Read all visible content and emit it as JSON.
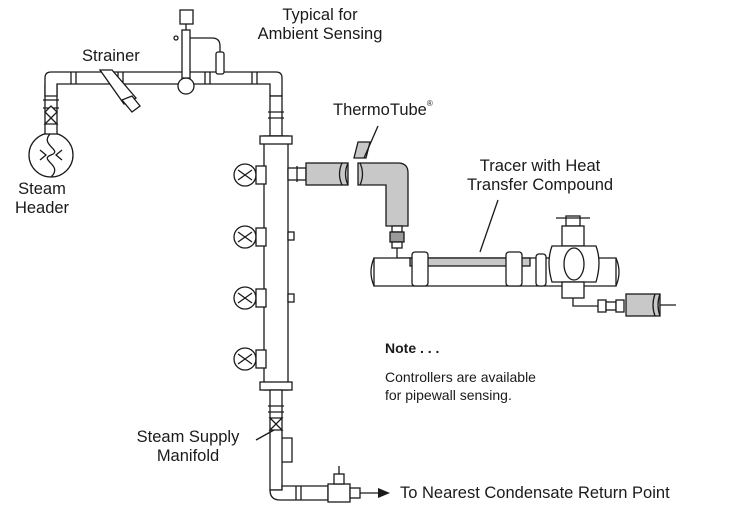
{
  "labels": {
    "ambient_line1": "Typical for",
    "ambient_line2": "Ambient Sensing",
    "strainer": "Strainer",
    "thermotube": "ThermoTube",
    "thermotube_mark": "®",
    "steam_header_line1": "Steam",
    "steam_header_line2": "Header",
    "tracer_line1": "Tracer with Heat",
    "tracer_line2": "Transfer Compound",
    "manifold_line1": "Steam Supply",
    "manifold_line2": "Manifold",
    "condensate": "To Nearest Condensate Return Point"
  },
  "note": {
    "heading": "Note . . .",
    "line1": "Controllers are available",
    "line2": "for pipewall sensing."
  },
  "colors": {
    "line": "#1a1a1a",
    "tube_fill": "#c8c8c8",
    "dark_fill": "#9a9a9a",
    "background": "#ffffff"
  }
}
